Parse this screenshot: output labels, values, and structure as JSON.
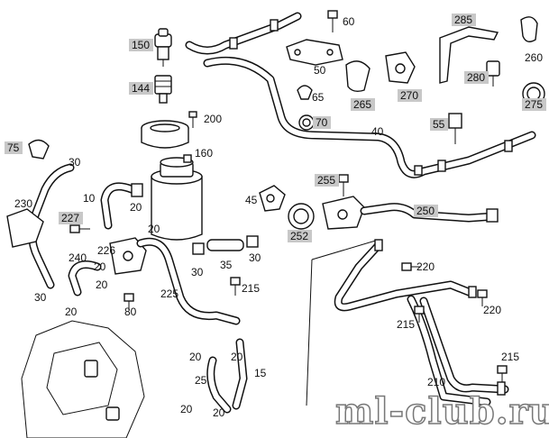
{
  "watermark": "ml-club.ru",
  "labels": [
    {
      "id": "285",
      "text": "285",
      "boxed": true
    },
    {
      "id": "260",
      "text": "260",
      "boxed": false
    },
    {
      "id": "60",
      "text": "60",
      "boxed": false
    },
    {
      "id": "150",
      "text": "150",
      "boxed": true
    },
    {
      "id": "50",
      "text": "50",
      "boxed": false
    },
    {
      "id": "280",
      "text": "280",
      "boxed": true
    },
    {
      "id": "144",
      "text": "144",
      "boxed": true
    },
    {
      "id": "265",
      "text": "265",
      "boxed": true
    },
    {
      "id": "270",
      "text": "270",
      "boxed": true
    },
    {
      "id": "275",
      "text": "275",
      "boxed": true
    },
    {
      "id": "65",
      "text": "65",
      "boxed": false
    },
    {
      "id": "200",
      "text": "200",
      "boxed": false
    },
    {
      "id": "70",
      "text": "70",
      "boxed": true
    },
    {
      "id": "40",
      "text": "40",
      "boxed": false
    },
    {
      "id": "55",
      "text": "55",
      "boxed": true
    },
    {
      "id": "75",
      "text": "75",
      "boxed": true
    },
    {
      "id": "160",
      "text": "160",
      "boxed": false
    },
    {
      "id": "30a",
      "text": "30",
      "boxed": false
    },
    {
      "id": "255",
      "text": "255",
      "boxed": true
    },
    {
      "id": "230",
      "text": "230",
      "boxed": false
    },
    {
      "id": "10",
      "text": "10",
      "boxed": false
    },
    {
      "id": "20a",
      "text": "20",
      "boxed": false
    },
    {
      "id": "45",
      "text": "45",
      "boxed": false
    },
    {
      "id": "250",
      "text": "250",
      "boxed": true
    },
    {
      "id": "227",
      "text": "227",
      "boxed": true
    },
    {
      "id": "20b",
      "text": "20",
      "boxed": false
    },
    {
      "id": "252",
      "text": "252",
      "boxed": true
    },
    {
      "id": "226",
      "text": "226",
      "boxed": false
    },
    {
      "id": "240",
      "text": "240",
      "boxed": false
    },
    {
      "id": "20c",
      "text": "20",
      "boxed": false
    },
    {
      "id": "30b",
      "text": "30",
      "boxed": false
    },
    {
      "id": "35",
      "text": "35",
      "boxed": false
    },
    {
      "id": "30c",
      "text": "30",
      "boxed": false
    },
    {
      "id": "220a",
      "text": "220",
      "boxed": false
    },
    {
      "id": "20d",
      "text": "20",
      "boxed": false
    },
    {
      "id": "215a",
      "text": "215",
      "boxed": false
    },
    {
      "id": "30d",
      "text": "30",
      "boxed": false
    },
    {
      "id": "225",
      "text": "225",
      "boxed": false
    },
    {
      "id": "20e",
      "text": "20",
      "boxed": false
    },
    {
      "id": "80",
      "text": "80",
      "boxed": false
    },
    {
      "id": "220b",
      "text": "220",
      "boxed": false
    },
    {
      "id": "215b",
      "text": "215",
      "boxed": false
    },
    {
      "id": "20f",
      "text": "20",
      "boxed": false
    },
    {
      "id": "20g",
      "text": "20",
      "boxed": false
    },
    {
      "id": "15",
      "text": "15",
      "boxed": false
    },
    {
      "id": "215c",
      "text": "215",
      "boxed": false
    },
    {
      "id": "25",
      "text": "25",
      "boxed": false
    },
    {
      "id": "210",
      "text": "210",
      "boxed": false
    },
    {
      "id": "20h",
      "text": "20",
      "boxed": false
    },
    {
      "id": "20i",
      "text": "20",
      "boxed": false
    }
  ]
}
